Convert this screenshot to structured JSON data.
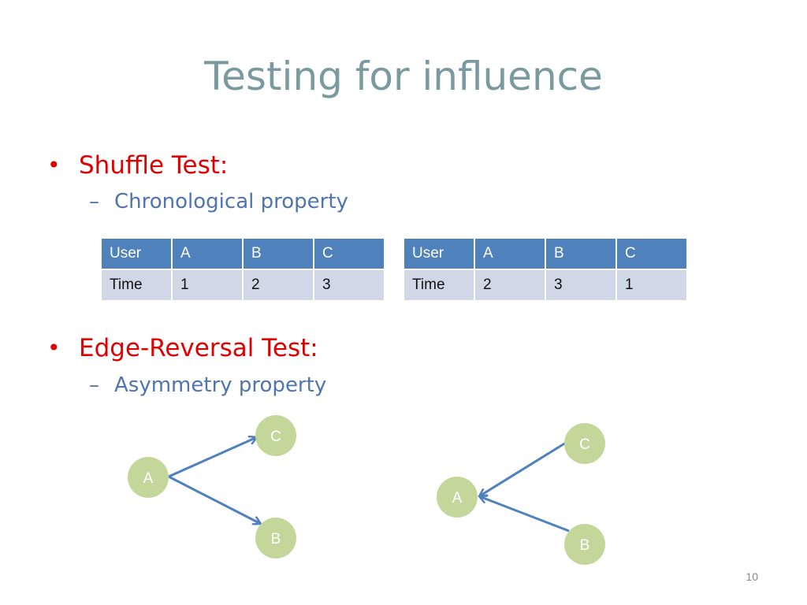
{
  "slide": {
    "title": "Testing for influence",
    "page_number": "10"
  },
  "section1": {
    "bullet_char": "•",
    "heading": "Shuffle Test:",
    "sub_dash": "–",
    "subpoint": "Chronological property",
    "table_left": {
      "header": [
        "User",
        "A",
        "B",
        "C"
      ],
      "row": [
        "Time",
        "1",
        "2",
        "3"
      ]
    },
    "table_right": {
      "header": [
        "User",
        "A",
        "B",
        "C"
      ],
      "row": [
        "Time",
        "2",
        "3",
        "1"
      ]
    }
  },
  "section2": {
    "bullet_char": "•",
    "heading": "Edge-Reversal Test:",
    "sub_dash": "–",
    "subpoint": "Asymmetry property",
    "graph_left": {
      "nodes": [
        "A",
        "C",
        "B"
      ],
      "edges": [
        [
          "A",
          "C"
        ],
        [
          "A",
          "B"
        ]
      ]
    },
    "graph_right": {
      "nodes": [
        "C",
        "A",
        "B"
      ],
      "edges": [
        [
          "C",
          "A"
        ],
        [
          "B",
          "A"
        ]
      ]
    }
  },
  "colors": {
    "title": "#7a9aa0",
    "heading": "#e00000",
    "subpoint": "#4f74b0",
    "table_header": "#4f81bd",
    "table_row": "#d0d8e8",
    "node_fill": "#c4d79b",
    "edge": "#4f81bd"
  }
}
